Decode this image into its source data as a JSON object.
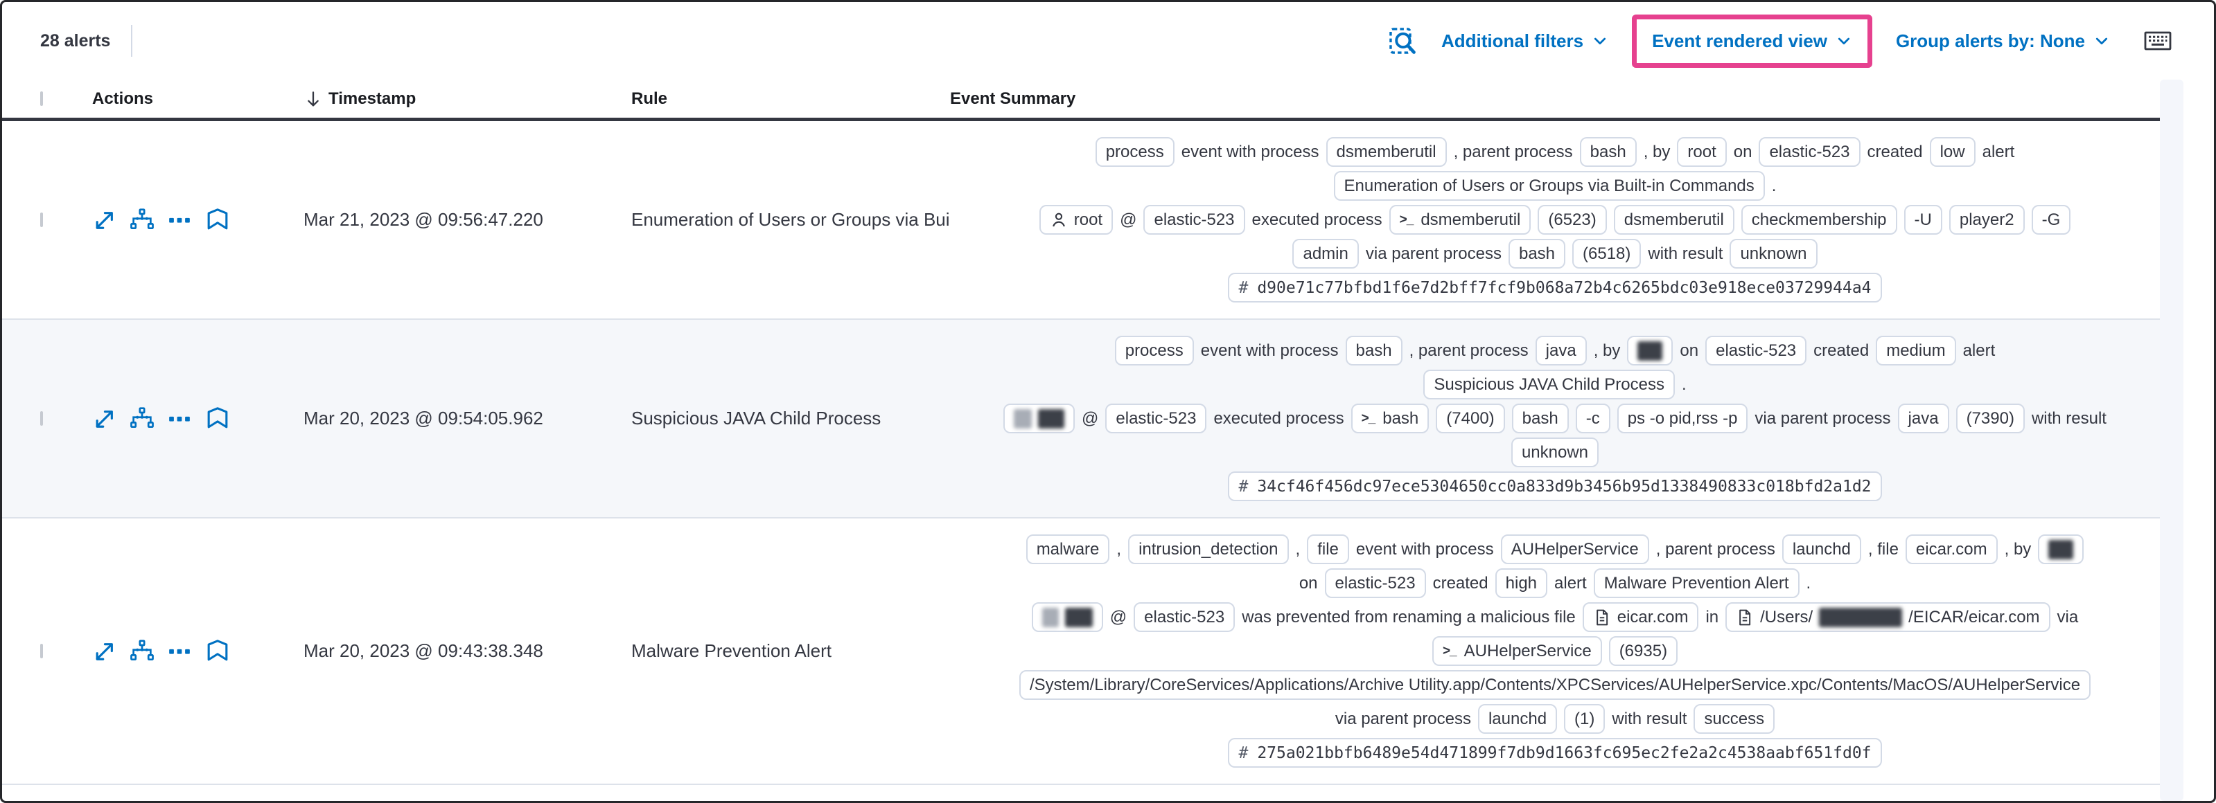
{
  "header": {
    "alerts_count": "28 alerts",
    "toolbar": {
      "additional_filters": "Additional filters",
      "view_selector": "Event rendered view",
      "group_by": "Group alerts by: None"
    }
  },
  "colors": {
    "accent_pink": "#e6418f",
    "link_blue": "#0071c2",
    "stripe_row": "#f5f7fa"
  },
  "icons": {
    "top": [
      "inspect-icon",
      "keyboard-shortcuts-icon"
    ],
    "row_actions": [
      "expand-icon",
      "analyze-event-icon",
      "more-actions-icon",
      "investigate-in-timeline-icon"
    ]
  },
  "table": {
    "columns": [
      "Actions",
      "Timestamp",
      "Rule",
      "Event Summary"
    ],
    "rows": [
      {
        "timestamp": "Mar 21, 2023 @ 09:56:47.220",
        "rule": "Enumeration of Users or Groups via Bui",
        "summary_lines": [
          [
            {
              "badge": [
                "process"
              ]
            },
            {
              "text": "event with process"
            },
            {
              "badge": [
                "dsmemberutil"
              ]
            },
            {
              "text": ", parent process"
            },
            {
              "badge": [
                "bash"
              ]
            },
            {
              "text": ", by"
            },
            {
              "badge": [
                "root"
              ]
            },
            {
              "text": "on"
            },
            {
              "badge": [
                "elastic-523"
              ]
            },
            {
              "text": "created"
            },
            {
              "badge": [
                "low"
              ]
            },
            {
              "text": "alert"
            }
          ],
          [
            {
              "badge": [
                "Enumeration of Users or Groups via Built-in Commands"
              ]
            },
            {
              "text": "."
            }
          ],
          [
            {
              "badge": [
                "root"
              ],
              "icon": "user"
            },
            {
              "text": "@"
            },
            {
              "badge": [
                "elastic-523"
              ]
            },
            {
              "text": "executed process"
            },
            {
              "badge": [
                "dsmemberutil"
              ],
              "icon": "terminal"
            },
            {
              "badge": [
                "(6523)"
              ]
            },
            {
              "badge": [
                "dsmemberutil"
              ]
            },
            {
              "badge": [
                "checkmembership"
              ]
            },
            {
              "badge": [
                "-U"
              ]
            },
            {
              "badge": [
                "player2"
              ]
            },
            {
              "badge": [
                "-G"
              ]
            }
          ],
          [
            {
              "badge": [
                "admin"
              ]
            },
            {
              "text": "via parent process"
            },
            {
              "badge": [
                "bash"
              ]
            },
            {
              "badge": [
                "(6518)"
              ]
            },
            {
              "text": "with result"
            },
            {
              "badge": [
                "unknown"
              ]
            }
          ],
          [
            {
              "badge": [
                "d90e71c77bfbd1f6e7d2bff7fcf9b068a72b4c6265bdc03e918ece03729944a4"
              ],
              "icon": "hash",
              "mono": true
            }
          ]
        ]
      },
      {
        "timestamp": "Mar 20, 2023 @ 09:54:05.962",
        "rule": "Suspicious JAVA Child Process",
        "summary_lines": [
          [
            {
              "badge": [
                "process"
              ]
            },
            {
              "text": "event with process"
            },
            {
              "badge": [
                "bash"
              ]
            },
            {
              "text": ", parent process"
            },
            {
              "badge": [
                "java"
              ]
            },
            {
              "text": ", by"
            },
            {
              "badge": [
                {
                  "redact": "dark",
                  "w": 36
                }
              ]
            },
            {
              "text": "on"
            },
            {
              "badge": [
                "elastic-523"
              ]
            },
            {
              "text": "created"
            },
            {
              "badge": [
                "medium"
              ]
            },
            {
              "text": "alert"
            }
          ],
          [
            {
              "badge": [
                "Suspicious JAVA Child Process"
              ]
            },
            {
              "text": "."
            }
          ],
          [
            {
              "badge": [
                {
                  "redact": "gray",
                  "w": 26
                },
                {
                  "redact": "dark",
                  "w": 38
                }
              ]
            },
            {
              "text": "@"
            },
            {
              "badge": [
                "elastic-523"
              ]
            },
            {
              "text": "executed process"
            },
            {
              "badge": [
                "bash"
              ],
              "icon": "terminal"
            },
            {
              "badge": [
                "(7400)"
              ]
            },
            {
              "badge": [
                "bash"
              ]
            },
            {
              "badge": [
                "-c"
              ]
            },
            {
              "badge": [
                "ps -o pid,rss -p"
              ]
            },
            {
              "text": "via parent process"
            },
            {
              "badge": [
                "java"
              ]
            },
            {
              "badge": [
                "(7390)"
              ]
            },
            {
              "text": "with result"
            }
          ],
          [
            {
              "badge": [
                "unknown"
              ]
            }
          ],
          [
            {
              "badge": [
                "34cf46f456dc97ece5304650cc0a833d9b3456b95d1338490833c018bfd2a1d2"
              ],
              "icon": "hash",
              "mono": true
            }
          ]
        ]
      },
      {
        "timestamp": "Mar 20, 2023 @ 09:43:38.348",
        "rule": "Malware Prevention Alert",
        "summary_lines": [
          [
            {
              "badge": [
                "malware"
              ]
            },
            {
              "text": ","
            },
            {
              "badge": [
                "intrusion_detection"
              ]
            },
            {
              "text": ","
            },
            {
              "badge": [
                "file"
              ]
            },
            {
              "text": "event with process"
            },
            {
              "badge": [
                "AUHelperService"
              ]
            },
            {
              "text": ", parent process"
            },
            {
              "badge": [
                "launchd"
              ]
            },
            {
              "text": ", file"
            },
            {
              "badge": [
                "eicar.com"
              ]
            },
            {
              "text": ", by"
            },
            {
              "badge": [
                {
                  "redact": "dark",
                  "w": 36
                }
              ]
            }
          ],
          [
            {
              "text": "on"
            },
            {
              "badge": [
                "elastic-523"
              ]
            },
            {
              "text": "created"
            },
            {
              "badge": [
                "high"
              ]
            },
            {
              "text": "alert"
            },
            {
              "badge": [
                "Malware Prevention Alert"
              ]
            },
            {
              "text": "."
            }
          ],
          [
            {
              "badge": [
                {
                  "redact": "gray",
                  "w": 24
                },
                {
                  "redact": "dark",
                  "w": 40
                }
              ]
            },
            {
              "text": "@"
            },
            {
              "badge": [
                "elastic-523"
              ]
            },
            {
              "text": "was prevented from renaming a malicious file"
            },
            {
              "badge": [
                "eicar.com"
              ],
              "icon": "file"
            },
            {
              "text": "in"
            },
            {
              "badge": [
                "/Users/",
                {
                  "redact": "dark",
                  "w": 120
                },
                "/EICAR/eicar.com"
              ],
              "icon": "file"
            },
            {
              "text": "via"
            }
          ],
          [
            {
              "badge": [
                "AUHelperService"
              ],
              "icon": "terminal"
            },
            {
              "badge": [
                "(6935)"
              ]
            }
          ],
          [
            {
              "badge": [
                "/System/Library/CoreServices/Applications/Archive Utility.app/Contents/XPCServices/AUHelperService.xpc/Contents/MacOS/AUHelperService"
              ]
            }
          ],
          [
            {
              "text": "via parent process"
            },
            {
              "badge": [
                "launchd"
              ]
            },
            {
              "badge": [
                "(1)"
              ]
            },
            {
              "text": "with result"
            },
            {
              "badge": [
                "success"
              ]
            }
          ],
          [
            {
              "badge": [
                "275a021bbfb6489e54d471899f7db9d1663fc695ec2fe2a2c4538aabf651fd0f"
              ],
              "icon": "hash",
              "mono": true
            }
          ]
        ]
      }
    ]
  }
}
